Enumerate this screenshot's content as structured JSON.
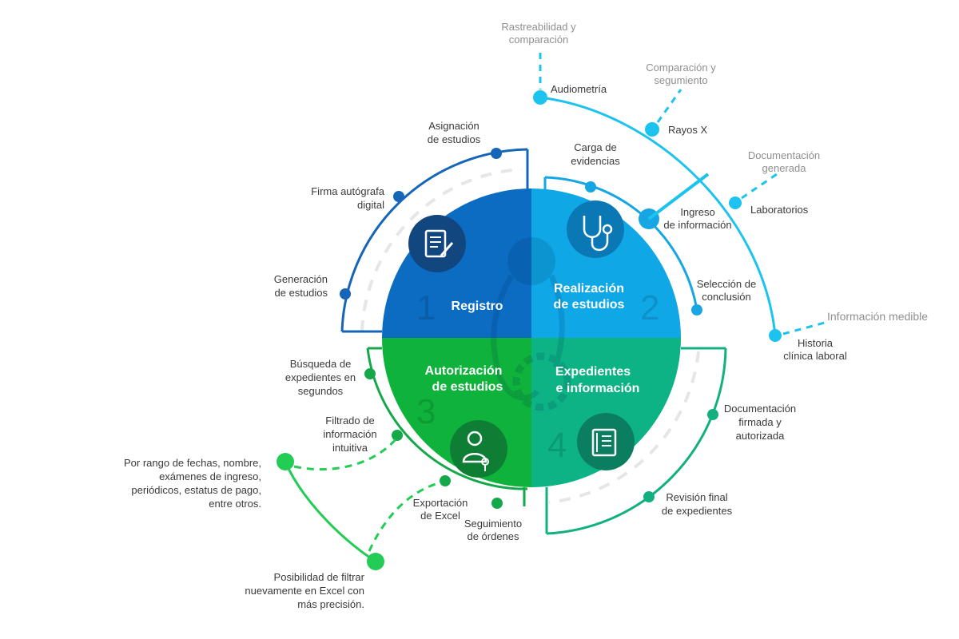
{
  "colors": {
    "q1": "#0b6cc2",
    "q2": "#0fa7e6",
    "q3": "#0fb23b",
    "q4": "#0db285",
    "ring1": "#1565b8",
    "ring2": "#16a6e4",
    "ring3": "#14a84a",
    "ring4": "#12b07f",
    "branch_cyan": "#1cc3ee",
    "branch_green": "#22cc55",
    "dash": "#e4e4e4"
  },
  "quadrants": {
    "q1": {
      "title": "Registro",
      "number": "1",
      "icon": "document-edit-icon"
    },
    "q2": {
      "title_line1": "Realización",
      "title_line2": "de estudios",
      "number": "2",
      "icon": "stethoscope-icon"
    },
    "q3": {
      "title_line1": "Autorización",
      "title_line2": "de estudios",
      "number": "3",
      "icon": "doctor-key-icon"
    },
    "q4": {
      "title_line1": "Expedientes",
      "title_line2": "e información",
      "number": "4",
      "icon": "medical-record-icon"
    }
  },
  "labels": {
    "asignacion": [
      "Asignación",
      "de estudios"
    ],
    "firma": [
      "Firma autógrafa",
      "digital"
    ],
    "generacion": [
      "Generación",
      "de estudios"
    ],
    "carga": [
      "Carga de",
      "evidencias"
    ],
    "ingreso": [
      "Ingreso",
      "de información"
    ],
    "seleccion": [
      "Selección de",
      "conclusión"
    ],
    "busqueda": [
      "Búsqueda de",
      "expedientes en",
      "segundos"
    ],
    "filtrado": [
      "Filtrado de",
      "información",
      "intuitiva"
    ],
    "exportacion": [
      "Exportación",
      "de Excel"
    ],
    "seguimiento": [
      "Seguimiento",
      "de órdenes"
    ],
    "documentacion_firmada": [
      "Documentación",
      "firmada y",
      "autorizada"
    ],
    "revision": [
      "Revisión final",
      "de expedientes"
    ],
    "audiometria": "Audiometría",
    "rayos": "Rayos X",
    "laboratorios": "Laboratorios",
    "historia": [
      "Historia",
      "clínica laboral"
    ],
    "rastreabilidad": [
      "Rastreabilidad y",
      "comparación"
    ],
    "comparacion_seg": [
      "Comparación y",
      "segumiento"
    ],
    "documentacion_generada": [
      "Documentación",
      "generada"
    ],
    "informacion_medible": "Información medible",
    "por_rango": [
      "Por rango de fechas, nombre,",
      "exámenes de ingreso,",
      "periódicos, estatus de pago,",
      "entre otros."
    ],
    "posibilidad": [
      "Posibilidad de filtrar",
      "nuevamente en Excel con",
      "más precisión."
    ]
  }
}
